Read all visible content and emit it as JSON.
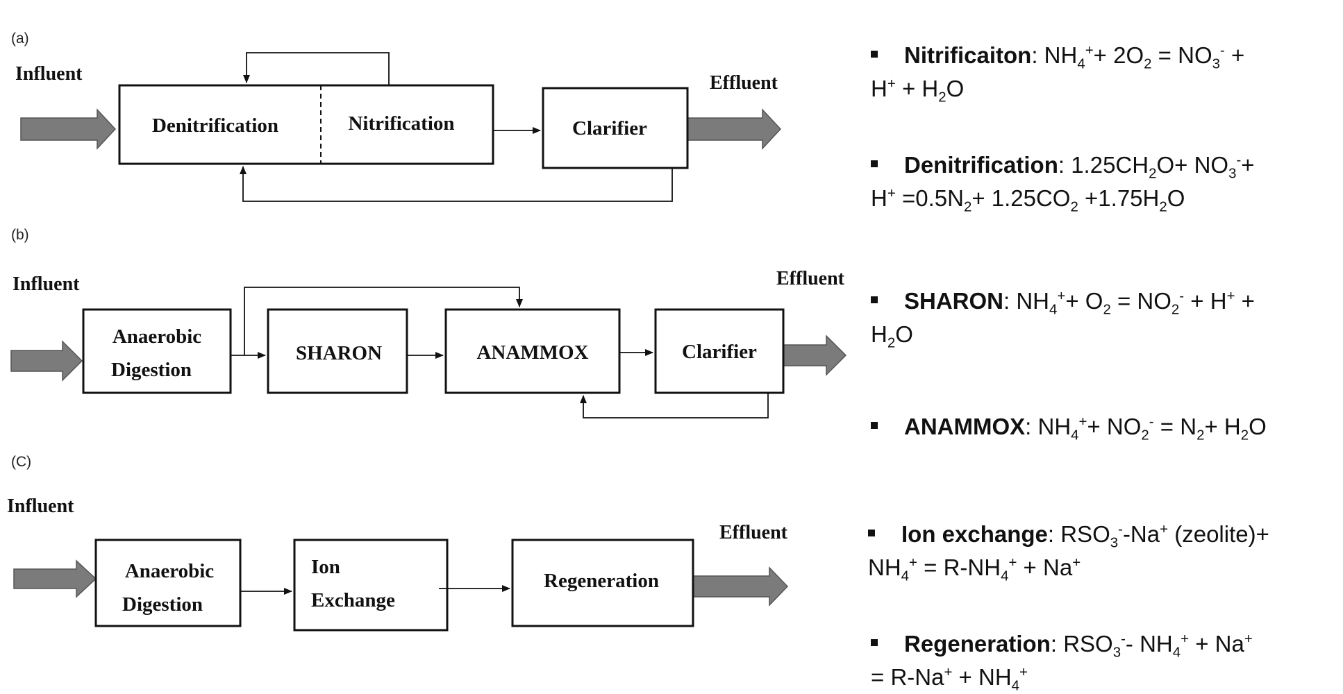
{
  "panels": {
    "a": {
      "label": "(a)",
      "influent": "Influent",
      "effluent": "Effluent",
      "boxes": {
        "denitrification": "Denitrification",
        "nitrification": "Nitrification",
        "clarifier": "Clarifier"
      }
    },
    "b": {
      "label": "(b)",
      "influent": "Influent",
      "effluent": "Effluent",
      "boxes": {
        "anaerobic_1": "Anaerobic",
        "anaerobic_2": "Digestion",
        "sharon": "SHARON",
        "anammox": "ANAMMOX",
        "clarifier": "Clarifier"
      }
    },
    "c": {
      "label": "(C)",
      "influent": "Influent",
      "effluent": "Effluent",
      "boxes": {
        "anaerobic_1": "Anaerobic",
        "anaerobic_2": "Digestion",
        "ion_1": "Ion",
        "ion_2": "Exchange",
        "regeneration": "Regeneration"
      }
    }
  },
  "equations": {
    "nitrification": {
      "name": "Nitrificaiton"
    },
    "denitrification": {
      "name": "Denitrification"
    },
    "sharon": {
      "name": "SHARON"
    },
    "anammox": {
      "name": "ANAMMOX"
    },
    "ion_exchange": {
      "name": "Ion exchange"
    },
    "regeneration": {
      "name": "Regeneration"
    }
  },
  "colors": {
    "arrow_fill": "#7b7b7b",
    "line": "#111111"
  }
}
